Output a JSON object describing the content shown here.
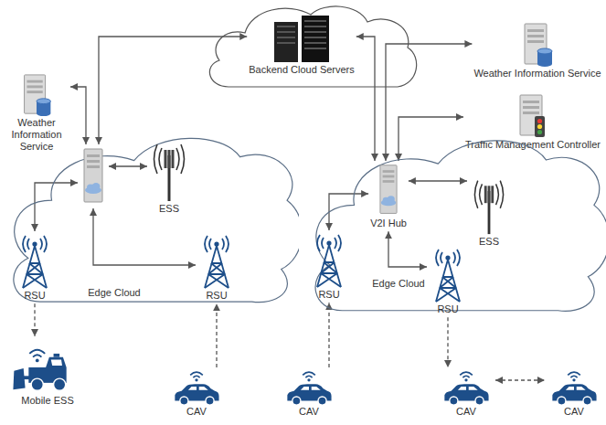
{
  "diagram": {
    "nodes": [
      {
        "text": [
          "Backend Cloud Servers"
        ]
      },
      {
        "text": [
          "Weather Information Service"
        ]
      },
      {
        "text": [
          "Traffic Management Controller"
        ]
      },
      {
        "text": [
          "Weather Information Service"
        ]
      },
      {
        "text": [
          "Edge Cloud"
        ]
      },
      {
        "text": [],
        "in": 4
      },
      {
        "text": [
          "ESS"
        ],
        "in": 4
      },
      {
        "text": [
          "RSU"
        ],
        "in": 4
      },
      {
        "text": [
          "RSU"
        ],
        "in": 4
      },
      {
        "text": [
          "Edge Cloud"
        ]
      },
      {
        "text": [
          "V2I Hub"
        ],
        "in": 9
      },
      {
        "text": [
          "ESS"
        ],
        "in": 9
      },
      {
        "text": [
          "RSU"
        ],
        "in": 9
      },
      {
        "text": [
          "RSU"
        ],
        "in": 9
      },
      {
        "text": [
          "Mobile ESS"
        ]
      },
      {
        "text": [
          "CAV"
        ]
      },
      {
        "text": [
          "CAV"
        ]
      },
      {
        "text": [
          "CAV"
        ]
      },
      {
        "text": [
          "CAV"
        ]
      }
    ],
    "edges": [
      {
        "from": 3,
        "to": 5,
        "arrow": "both"
      },
      {
        "from": 0,
        "to": 5,
        "arrow": "both"
      },
      {
        "from": 0,
        "to": 10,
        "arrow": "both"
      },
      {
        "from": 1,
        "to": 10,
        "arrow": "both"
      },
      {
        "from": 2,
        "to": 10,
        "arrow": "both"
      },
      {
        "from": 5,
        "to": 6,
        "arrow": "both"
      },
      {
        "from": 5,
        "to": 7,
        "arrow": "both"
      },
      {
        "from": 5,
        "to": 8,
        "arrow": "both"
      },
      {
        "from": 10,
        "to": 11,
        "arrow": "both"
      },
      {
        "from": 10,
        "to": 12,
        "arrow": "both"
      },
      {
        "from": 10,
        "to": 13,
        "arrow": "both"
      },
      {
        "from": 7,
        "to": 14,
        "arrow": "to"
      },
      {
        "from": 15,
        "to": 8,
        "arrow": "to"
      },
      {
        "from": 16,
        "to": 12,
        "arrow": "to"
      },
      {
        "from": 13,
        "to": 17,
        "arrow": "to"
      },
      {
        "from": 17,
        "to": 18,
        "arrow": "both"
      }
    ]
  }
}
